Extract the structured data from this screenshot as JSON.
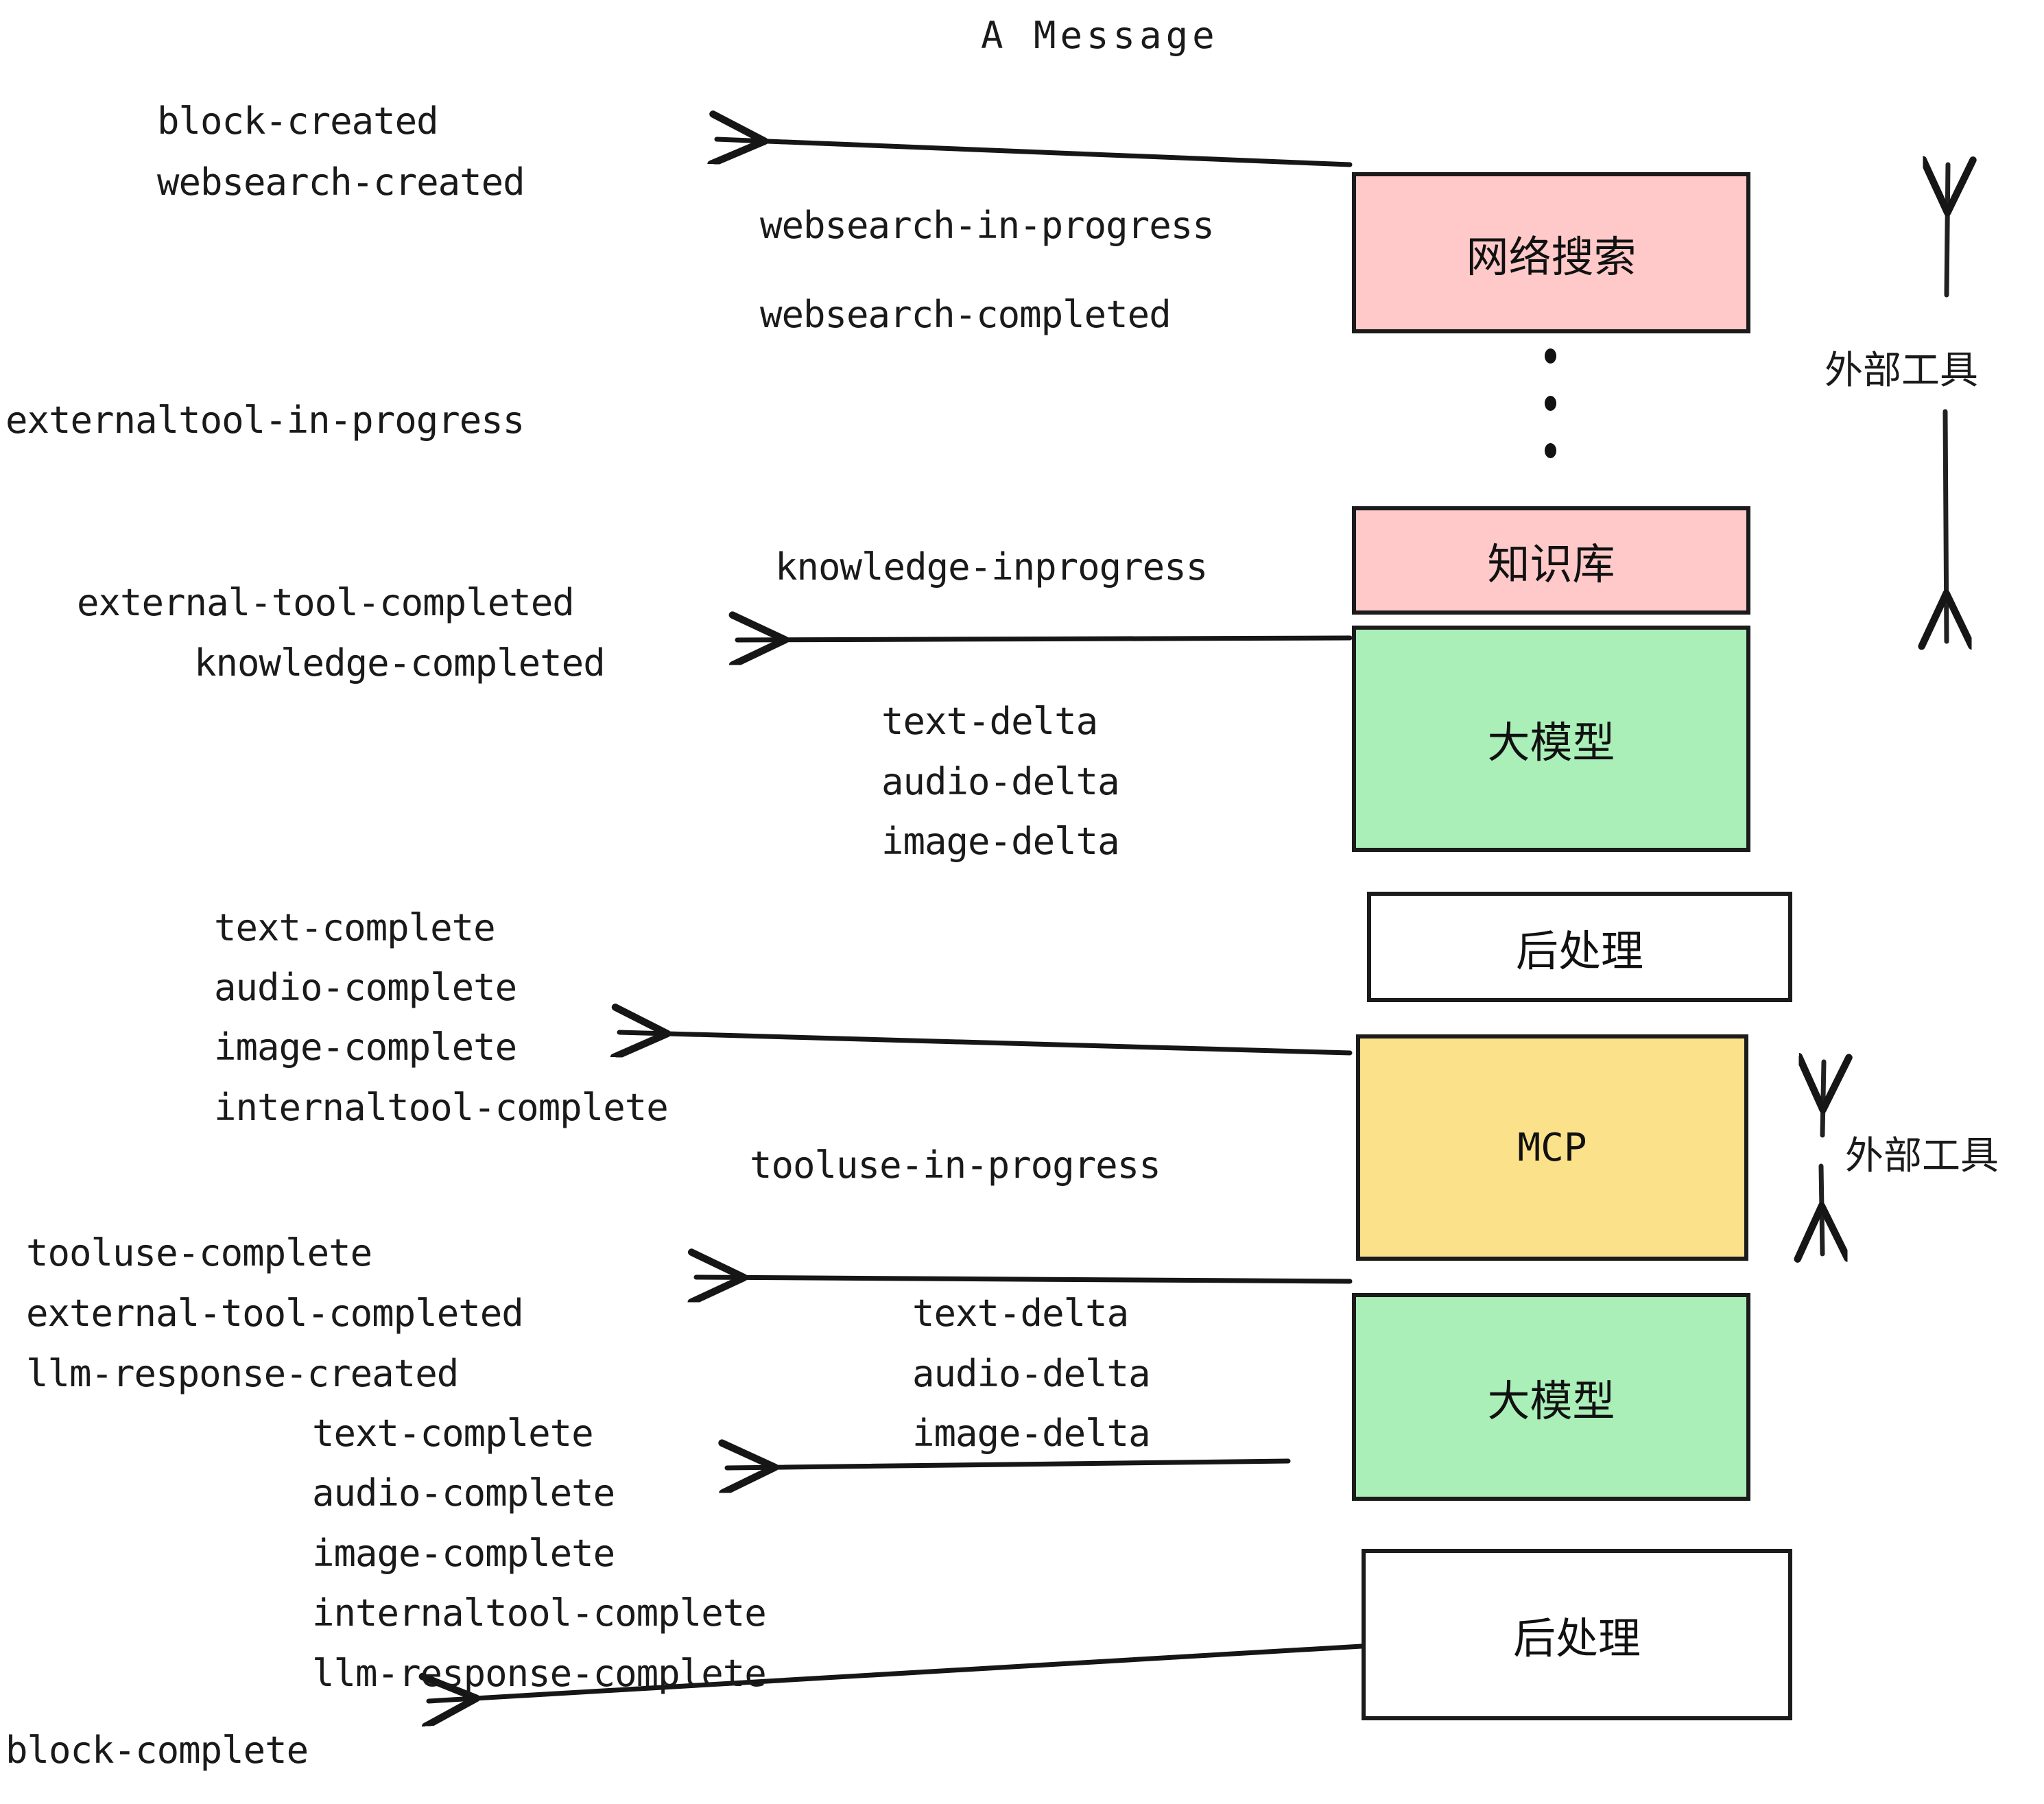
{
  "diagram": {
    "title": "A Message",
    "boxes": [
      {
        "id": "websearch",
        "label": "网络搜索",
        "color": "#ffc9c9"
      },
      {
        "id": "knowledge",
        "label": "知识库",
        "color": "#ffc9c9"
      },
      {
        "id": "llm-top",
        "label": "大模型",
        "color": "#aaeeb8"
      },
      {
        "id": "post-top",
        "label": "后处理",
        "color": "#ffffff"
      },
      {
        "id": "mcp",
        "label": "MCP",
        "color": "#fbe18a"
      },
      {
        "id": "llm-bottom",
        "label": "大模型",
        "color": "#aaeeb8"
      },
      {
        "id": "post-bottom",
        "label": "后处理",
        "color": "#ffffff"
      }
    ],
    "side_labels": [
      {
        "id": "external-tools-top",
        "text": "外部工具"
      },
      {
        "id": "external-tools-bottom",
        "text": "外部工具"
      }
    ],
    "events": {
      "block_created": "block-created",
      "websearch_created": "websearch-created",
      "websearch_in_progress": "websearch-in-progress",
      "websearch_completed": "websearch-completed",
      "externaltool_in_progress": "externaltool-in-progress",
      "knowledge_inprogress": "knowledge-inprogress",
      "external_tool_completed_1": "external-tool-completed",
      "knowledge_completed": "knowledge-completed",
      "text_delta_1": "text-delta",
      "audio_delta_1": "audio-delta",
      "image_delta_1": "image-delta",
      "text_complete_1": "text-complete",
      "audio_complete_1": "audio-complete",
      "image_complete_1": "image-complete",
      "internaltool_complete_1": "internaltool-complete",
      "tooluse_in_progress": "tooluse-in-progress",
      "tooluse_complete": "tooluse-complete",
      "external_tool_completed_2": "external-tool-completed",
      "llm_response_created": "llm-response-created",
      "text_delta_2": "text-delta",
      "audio_delta_2": "audio-delta",
      "image_delta_2": "image-delta",
      "text_complete_2": "text-complete",
      "audio_complete_2": "audio-complete",
      "image_complete_2": "image-complete",
      "internaltool_complete_2": "internaltool-complete",
      "llm_response_complete": "llm-response-complete",
      "block_complete": "block-complete"
    },
    "colors": {
      "stroke": "#1b1b1b",
      "pink": "#ffc9c9",
      "green": "#aaeeb8",
      "yellow": "#fbe18a",
      "white": "#ffffff"
    }
  }
}
